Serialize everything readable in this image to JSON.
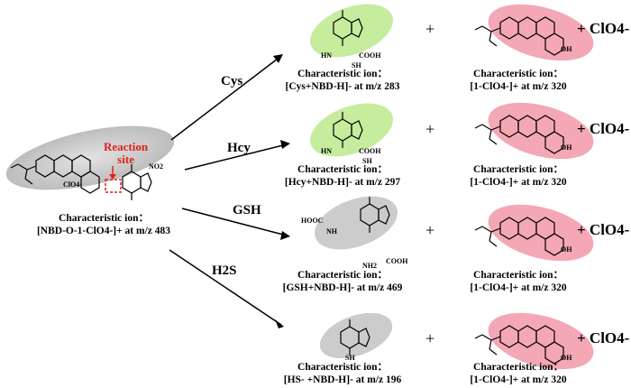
{
  "reactant": {
    "label_line1": "Characteristic ion：",
    "label_line2": "[NBD-O-1-ClO4-]+ at m/z 483",
    "reaction_site_line1": "Reaction",
    "reaction_site_line2": "site",
    "counterion": "ClO4-",
    "group": "NO2"
  },
  "colors": {
    "green_ellipse": "#c6ec9e",
    "pink_ellipse": "#f4a7b4",
    "gray_ellipse": "#cccccc",
    "red": "#e0201a"
  },
  "reactions": [
    {
      "reagent": "Cys",
      "product_label_line1": "Characteristic ion：",
      "product_label_line2": "[Cys+NBD-H]- at m/z 283",
      "fluorophore_label_line1": "Characteristic ion：",
      "fluorophore_label_line2": "[1-ClO4-]+ at m/z 320",
      "plus": "+",
      "byproduct": "+ ClO4-"
    },
    {
      "reagent": "Hcy",
      "product_label_line1": "Characteristic ion：",
      "product_label_line2": "[Hcy+NBD-H]- at m/z 297",
      "fluorophore_label_line1": "Characteristic ion：",
      "fluorophore_label_line2": "[1-ClO4-]+ at m/z 320",
      "plus": "+",
      "byproduct": "+ ClO4-"
    },
    {
      "reagent": "GSH",
      "product_label_line1": "Characteristic ion：",
      "product_label_line2": "[GSH+NBD-H]- at m/z 469",
      "fluorophore_label_line1": "Characteristic ion：",
      "fluorophore_label_line2": "[1-ClO4-]+ at m/z 320",
      "plus": "+",
      "byproduct": "+ ClO4-"
    },
    {
      "reagent": "H2S",
      "product_label_line1": "Characteristic ion：",
      "product_label_line2": "[HS- +NBD-H]- at m/z 196",
      "fluorophore_label_line1": "Characteristic ion：",
      "fluorophore_label_line2": "[1-ClO4-]+ at m/z 320",
      "plus": "+",
      "byproduct": "+ ClO4-"
    }
  ],
  "atoms": {
    "cooh": "COOH",
    "sh": "SH",
    "hn": "HN",
    "oh": "OH",
    "nh2": "NH2",
    "hooc": "HOOC",
    "nh": "NH"
  }
}
